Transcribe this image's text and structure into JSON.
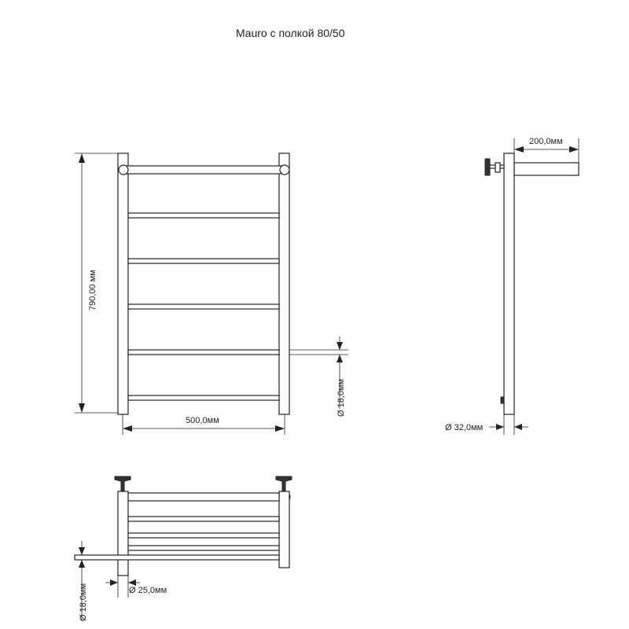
{
  "title": "Mauro с полкой 80/50",
  "dimensions": {
    "height": "790,00 мм",
    "width": "500,0мм",
    "rung_diameter": "Ø 18,0мм",
    "shelf_depth": "200,0мм",
    "side_diameter": "Ø 32,0мм",
    "shelf_rail_diameter": "Ø 18,0мм",
    "shelf_tube_diameter": "Ø 25,0мм"
  }
}
